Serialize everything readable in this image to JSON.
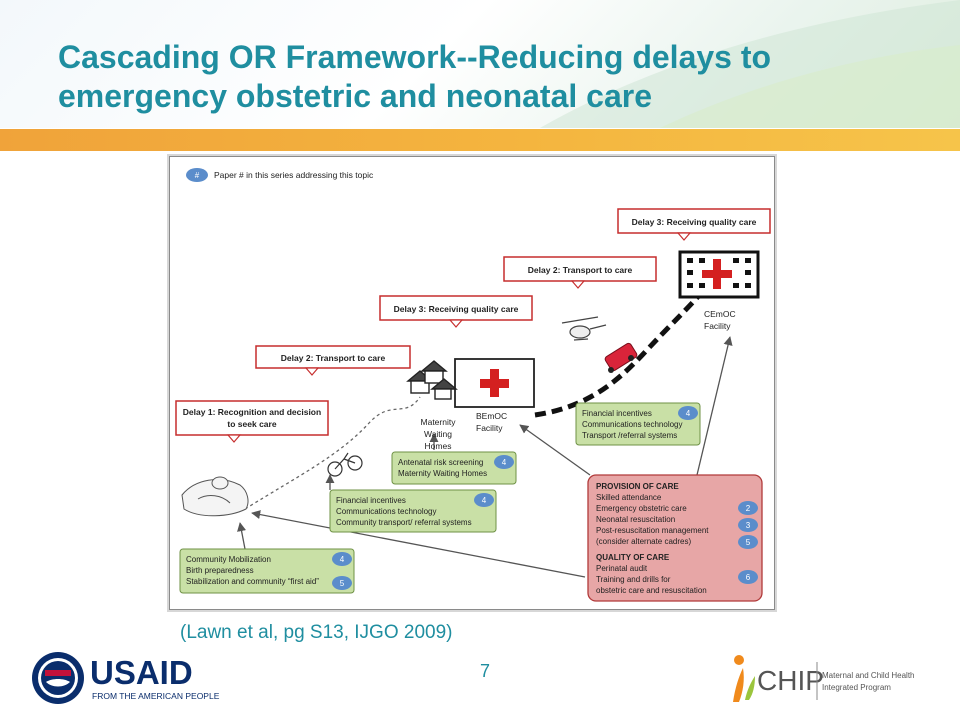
{
  "slide": {
    "title": "Cascading OR Framework--Reducing delays to emergency obstetric and neonatal care",
    "citation": "(Lawn et al, pg S13, IJGO 2009)",
    "page_number": "7"
  },
  "diagram": {
    "legend": {
      "symbol": "#",
      "text": "Paper # in this series addressing this topic"
    },
    "delay_boxes": [
      {
        "id": "delay1",
        "lines": [
          "Delay 1: Recognition and decision",
          "to seek care"
        ]
      },
      {
        "id": "delay2a",
        "lines": [
          "Delay 2: Transport to care"
        ]
      },
      {
        "id": "delay3a",
        "lines": [
          "Delay 3: Receiving quality care"
        ]
      },
      {
        "id": "delay2b",
        "lines": [
          "Delay 2: Transport to care"
        ]
      },
      {
        "id": "delay3b",
        "lines": [
          "Delay 3: Receiving quality care"
        ]
      }
    ],
    "facilities": {
      "bemoc": {
        "lines": [
          "BEmOC",
          "Facility"
        ]
      },
      "cemoc": {
        "lines": [
          "CEmOC",
          "Facility"
        ]
      },
      "mwh": {
        "lines": [
          "Maternity",
          "Waiting",
          "Homes"
        ]
      }
    },
    "green_boxes": [
      {
        "id": "financial_upper",
        "lines": [
          "Financial incentives",
          "Communications technology",
          "Transport /referral systems"
        ],
        "papers": [
          "4"
        ]
      },
      {
        "id": "antenatal",
        "lines": [
          "Antenatal risk screening",
          "Maternity Waiting Homes"
        ],
        "papers": [
          "4"
        ]
      },
      {
        "id": "financial_lower",
        "lines": [
          "Financial incentives",
          "Communications technology",
          "Community transport/ referral systems"
        ],
        "papers": [
          "4"
        ]
      },
      {
        "id": "community",
        "lines": [
          "Community Mobilization",
          "Birth preparedness",
          "Stabilization and community “first aid”"
        ],
        "papers": [
          "4",
          "5"
        ]
      }
    ],
    "care_box": {
      "provision_heading": "PROVISION OF CARE",
      "provision_items": [
        "Skilled attendance",
        "Emergency obstetric care",
        "Neonatal resuscitation",
        "Post-resuscitation management",
        "(consider alternate cadres)"
      ],
      "quality_heading": "QUALITY OF CARE",
      "quality_items": [
        "Perinatal audit",
        "Training and drills for",
        "obstetric care and  resuscitation"
      ],
      "papers": [
        "2",
        "3",
        "5",
        "6"
      ]
    }
  },
  "logos": {
    "usaid": {
      "wordmark": "USAID",
      "tagline": "FROM THE AMERICAN PEOPLE"
    },
    "mchip": {
      "wordmark": "CHIP",
      "tagline_lines": [
        "Maternal and Child Health",
        "Integrated Program"
      ]
    }
  },
  "colors": {
    "title": "#1f8ea0",
    "band": "#f0a33a",
    "delay_border": "#c62d2d",
    "green_box": "#c9e0a6",
    "green_border": "#6f9246",
    "care_box": "#e7a6a6",
    "care_border": "#b13a3a",
    "paper_badge": "#5b8dcb",
    "usaid_blue": "#0a2d6c",
    "usaid_red": "#c2113a",
    "mchip_orange": "#f08a1c"
  }
}
